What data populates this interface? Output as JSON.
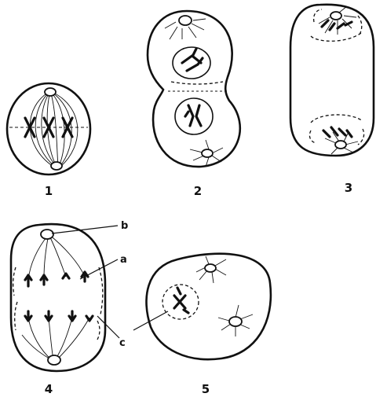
{
  "figure": {
    "panels": [
      {
        "id": "stage-1",
        "label": "1"
      },
      {
        "id": "stage-2",
        "label": "2"
      },
      {
        "id": "stage-3",
        "label": "3"
      },
      {
        "id": "stage-4",
        "label": "4"
      },
      {
        "id": "stage-5",
        "label": "5"
      }
    ],
    "callouts": {
      "b": "b",
      "a": "a",
      "c": "c"
    }
  }
}
